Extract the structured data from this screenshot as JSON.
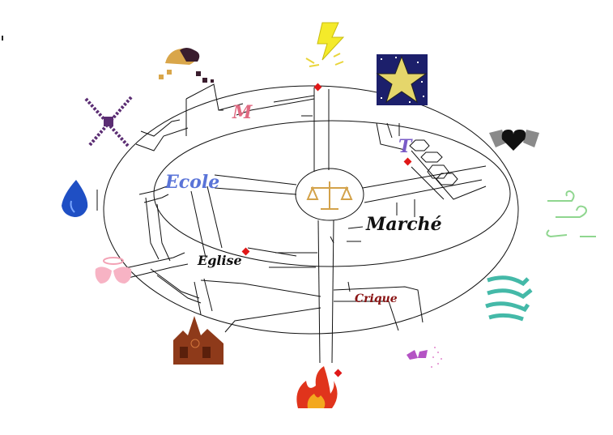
{
  "labels": {
    "m": "M",
    "t": "T",
    "ecole": "Ecole",
    "marche": "Marché",
    "eglise": "Eglise",
    "crique": "Crique"
  },
  "colors": {
    "m": "#e06a82",
    "t": "#7a5cc7",
    "ecole": "#5a74d8",
    "marche": "#111111",
    "eglise": "#111111",
    "crique": "#8a1414",
    "marker": "#e01818",
    "line": "#111111"
  },
  "icons": [
    "lightning-icon",
    "star-icon",
    "heart-wings-icon",
    "wind-swirl-icon",
    "wave-icon",
    "butterfly-icon",
    "fire-icon",
    "church-icon",
    "angel-wings-icon",
    "water-drop-icon",
    "crossed-chains-icon",
    "clouds-icon",
    "scales-icon"
  ]
}
